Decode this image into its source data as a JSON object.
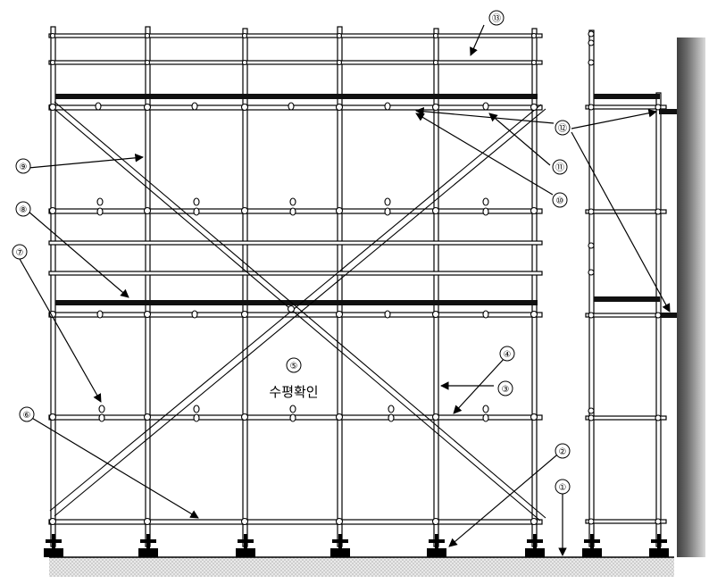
{
  "diagram": {
    "callouts": [
      {
        "id": "c1",
        "label": "①"
      },
      {
        "id": "c2",
        "label": "②"
      },
      {
        "id": "c3",
        "label": "③"
      },
      {
        "id": "c4",
        "label": "④"
      },
      {
        "id": "c5",
        "label": "⑤"
      },
      {
        "id": "c6",
        "label": "⑥"
      },
      {
        "id": "c7",
        "label": "⑦"
      },
      {
        "id": "c8",
        "label": "⑧"
      },
      {
        "id": "c9",
        "label": "⑨"
      },
      {
        "id": "c10",
        "label": "⑩"
      },
      {
        "id": "c11",
        "label": "⑪"
      },
      {
        "id": "c12",
        "label": "⑫"
      },
      {
        "id": "c13",
        "label": "⑬"
      }
    ],
    "level_check_text": "수평확인",
    "colors": {
      "line": "#000000",
      "tube_fill": "#ffffff",
      "ledger_dark": "#111111",
      "ground_hatch": "#9a9a9a",
      "wall_dark": "#5a5a5a",
      "wall_light": "#d0d0d0"
    }
  }
}
